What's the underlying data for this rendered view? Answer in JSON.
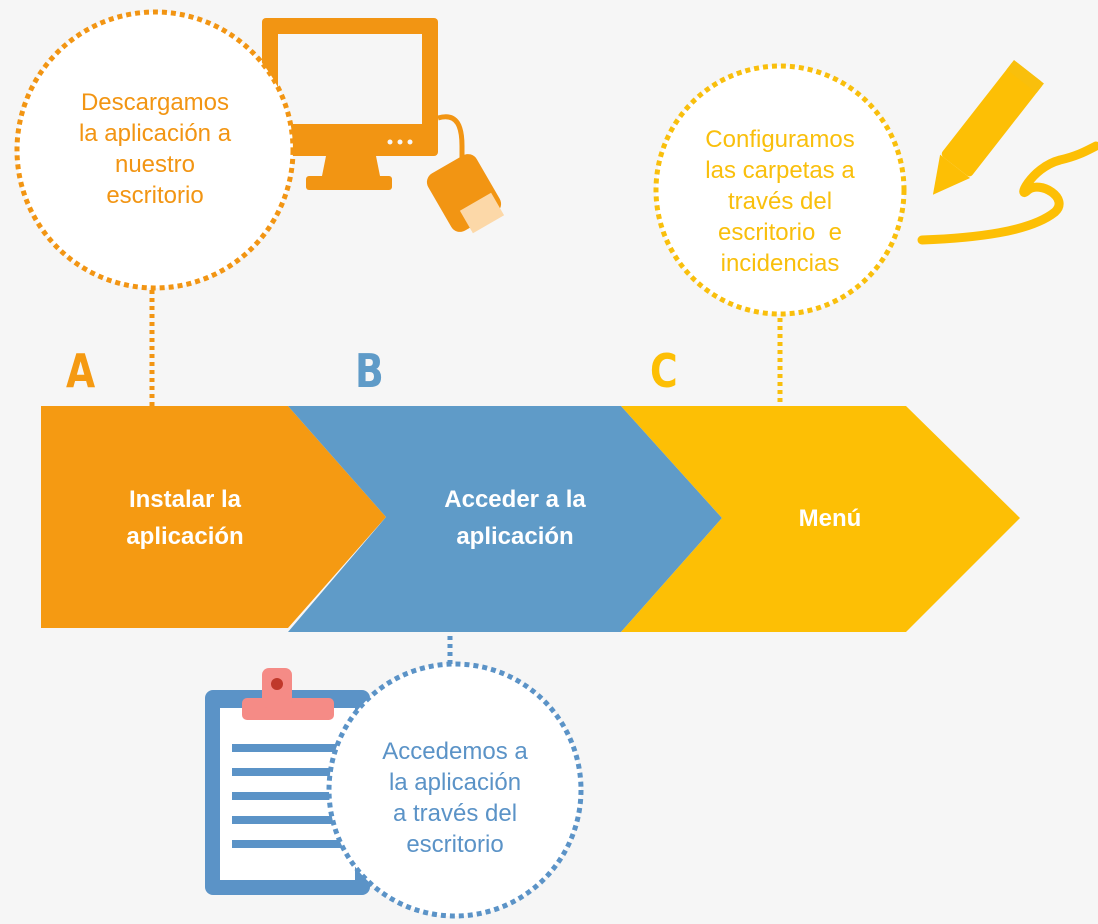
{
  "steps": [
    {
      "letter": "A",
      "label": [
        "Instalar la",
        "aplicación"
      ],
      "color": "#f59a12"
    },
    {
      "letter": "B",
      "label": [
        "Acceder a la",
        "aplicación"
      ],
      "color": "#5f9bc8"
    },
    {
      "letter": "C",
      "label": [
        "Menú"
      ],
      "color": "#fdbf05"
    }
  ],
  "bubbles": [
    {
      "lines": [
        "Descargamos",
        "la aplicación a",
        "nuestro",
        "escritorio"
      ],
      "color": "#f29513",
      "icon": "computer-monitor-icon"
    },
    {
      "lines": [
        "Accedemos a",
        "la aplicación",
        "a través del",
        "escritorio"
      ],
      "color": "#5b93c7",
      "icon": "clipboard-icon"
    },
    {
      "lines": [
        "Configuramos",
        "las carpetas a",
        "través del",
        "escritorio  e",
        "incidencias"
      ],
      "color": "#f9bf0c",
      "icon": "pencil-icon"
    }
  ]
}
